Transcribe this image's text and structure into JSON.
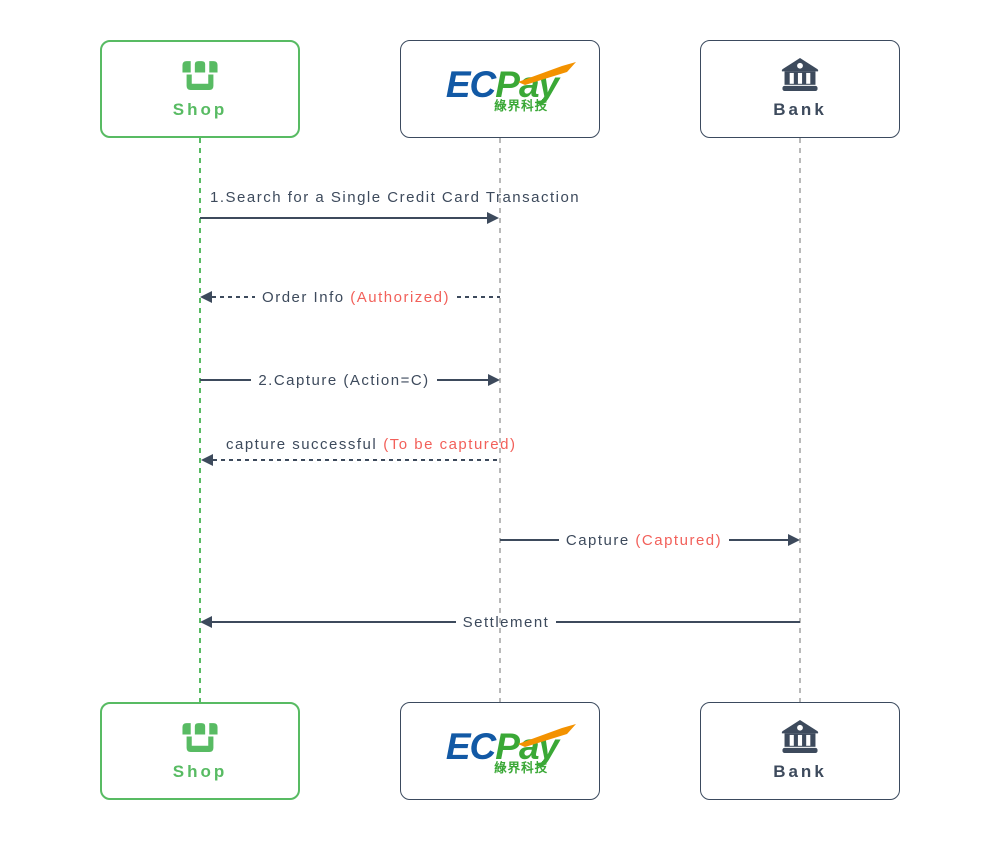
{
  "palette": {
    "shop_green": "#58bb63",
    "slate_dark": "#3d4a5c",
    "highlight_red": "#f2605a",
    "lifeline_gray": "#b9b9b9",
    "ecpay_blue": "#1259a5",
    "ecpay_green": "#3aa836",
    "ecpay_orange": "#f39200"
  },
  "actors": {
    "shop": {
      "label": "Shop",
      "icon": "store-icon"
    },
    "ecpay": {
      "brand_ec": "EC",
      "brand_pay": "Pay",
      "brand_subtitle": "綠界科技",
      "icon": "ecpay-logo"
    },
    "bank": {
      "label": "Bank",
      "icon": "bank-icon"
    }
  },
  "messages": [
    {
      "text": "1.Search for a Single Credit Card Transaction",
      "highlight": "",
      "from": "Shop",
      "to": "ECPay",
      "style": "solid"
    },
    {
      "text": "Order Info ",
      "highlight": "(Authorized)",
      "from": "ECPay",
      "to": "Shop",
      "style": "dashed"
    },
    {
      "text": "2.Capture (Action=C)",
      "highlight": "",
      "from": "Shop",
      "to": "ECPay",
      "style": "solid"
    },
    {
      "text": "capture successful",
      "highlight": "(To be captured)",
      "from": "ECPay",
      "to": "Shop",
      "style": "dashed"
    },
    {
      "text": "Capture ",
      "highlight": "(Captured)",
      "from": "ECPay",
      "to": "Bank",
      "style": "solid"
    },
    {
      "text": "Settlement",
      "highlight": "",
      "from": "Bank",
      "to": "Shop",
      "style": "solid"
    }
  ]
}
